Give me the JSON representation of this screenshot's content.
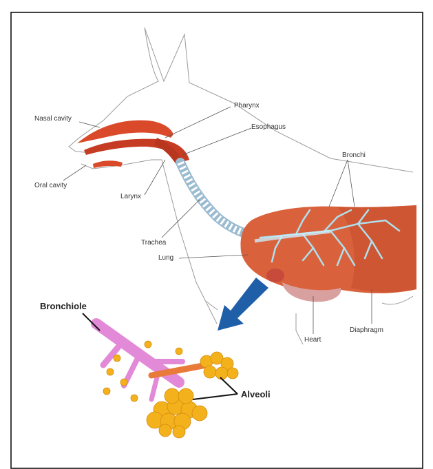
{
  "labels": {
    "nasal_cavity": "Nasal cavity",
    "oral_cavity": "Oral cavity",
    "pharynx": "Pharynx",
    "esophagus": "Esophagus",
    "larynx": "Larynx",
    "trachea": "Trachea",
    "lung": "Lung",
    "bronchi": "Bronchi",
    "heart": "Heart",
    "diaphragm": "Diaphragm",
    "bronchiole": "Bronchiole",
    "alveoli": "Alveoli"
  },
  "colors": {
    "organ_red": "#d9492a",
    "lung_orange": "#d9623c",
    "airway_blue": "#aee0f0",
    "arrow_blue": "#1f5fa8",
    "bronchiole_pink": "#e28ad8",
    "alveoli_yellow": "#f3b21c"
  }
}
